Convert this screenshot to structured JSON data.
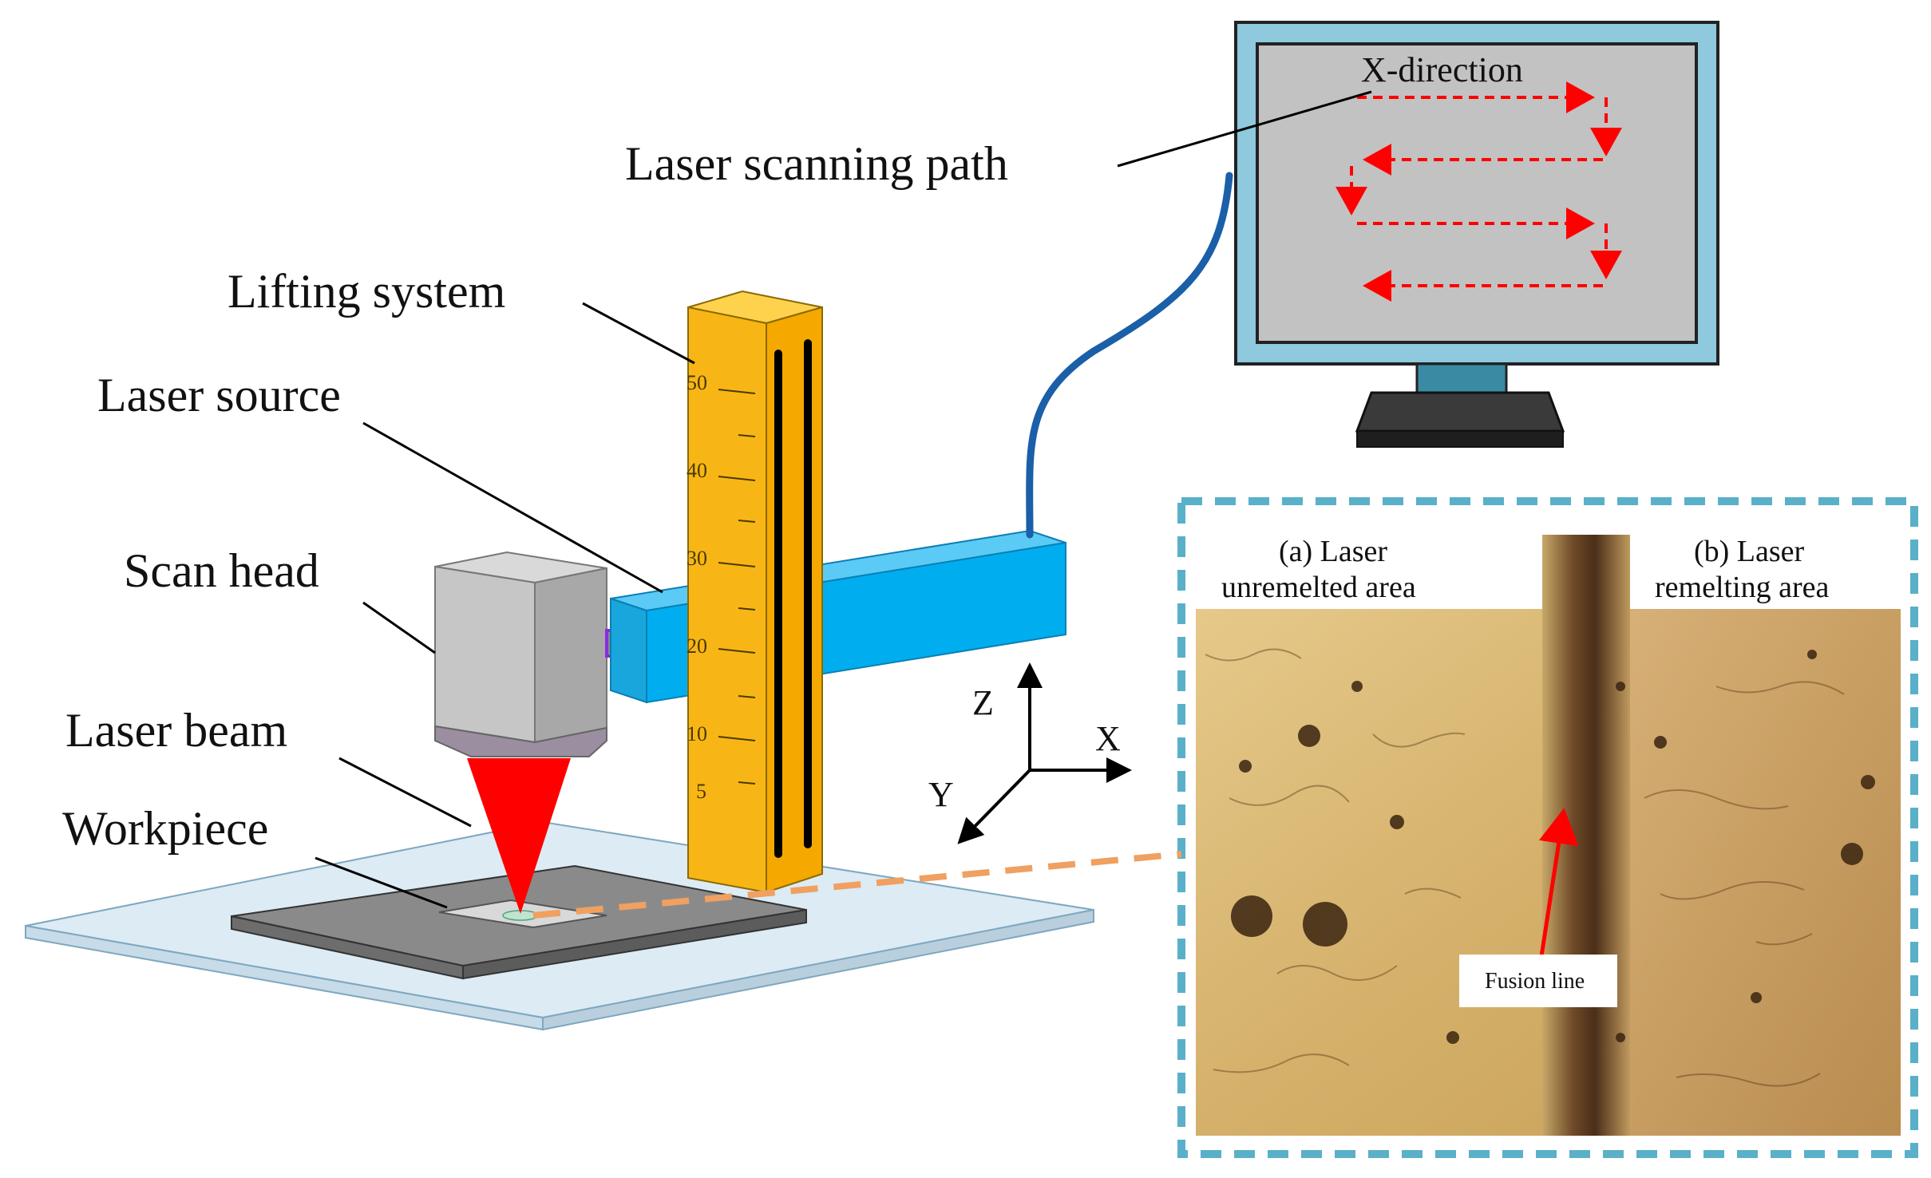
{
  "labels": {
    "x_direction": "X-direction",
    "laser_scanning_path": "Laser scanning path",
    "lifting_system": "Lifting system",
    "laser_source": "Laser source",
    "scan_head": "Scan head",
    "laser_beam": "Laser beam",
    "workpiece": "Workpiece"
  },
  "ruler": {
    "ticks": [
      "50",
      "40",
      "30",
      "20",
      "10",
      "5"
    ]
  },
  "axes": {
    "z": "Z",
    "x": "X",
    "y": "Y"
  },
  "micrograph": {
    "region_a_line1": "(a) Laser",
    "region_a_line2": "unremelted area",
    "region_b_line1": "(b) Laser",
    "region_b_line2": "remelting area",
    "fusion_line": "Fusion line"
  },
  "colors": {
    "laser_red": "#ff0000",
    "arm_blue": "#00aeef",
    "column_yellow": "#f8b616",
    "scan_head_grey": "#c8c8c8",
    "monitor_frame": "#8ec9de",
    "screen_grey": "#c2c2c2",
    "leader_orange": "#f0a060",
    "dashed_border": "#5ab0c8",
    "cable_blue": "#1a5fa8"
  }
}
